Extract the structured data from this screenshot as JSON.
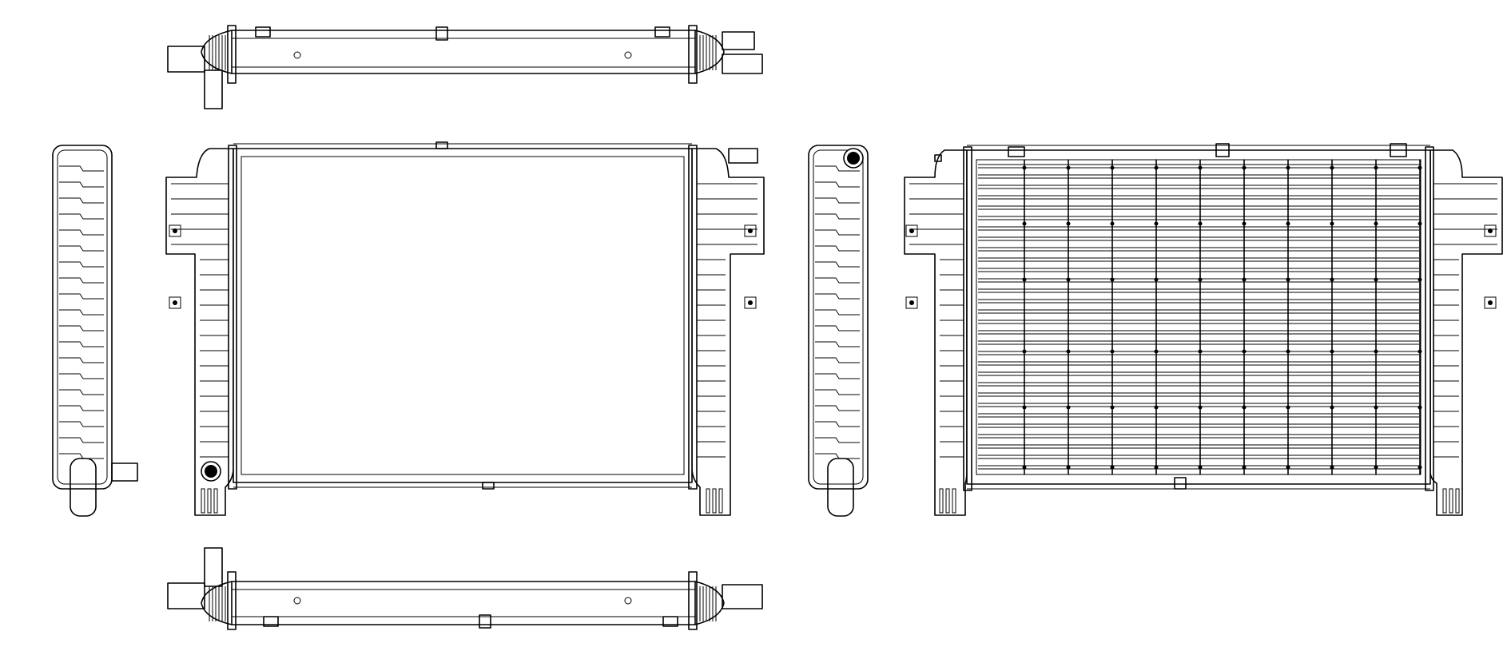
{
  "drawing": {
    "kind": "radiator orthographic views",
    "colors": {
      "line": "#000000",
      "background": "#ffffff"
    },
    "views": [
      {
        "id": "top",
        "name": "top-view"
      },
      {
        "id": "left-side",
        "name": "left-side-view"
      },
      {
        "id": "front",
        "name": "front-view"
      },
      {
        "id": "right-side",
        "name": "right-side-view"
      },
      {
        "id": "rear",
        "name": "rear-view"
      },
      {
        "id": "bottom",
        "name": "bottom-view"
      }
    ],
    "rear_core": {
      "fin_rows": 30,
      "support_columns": 10
    },
    "side_tank_ribs": 19
  }
}
